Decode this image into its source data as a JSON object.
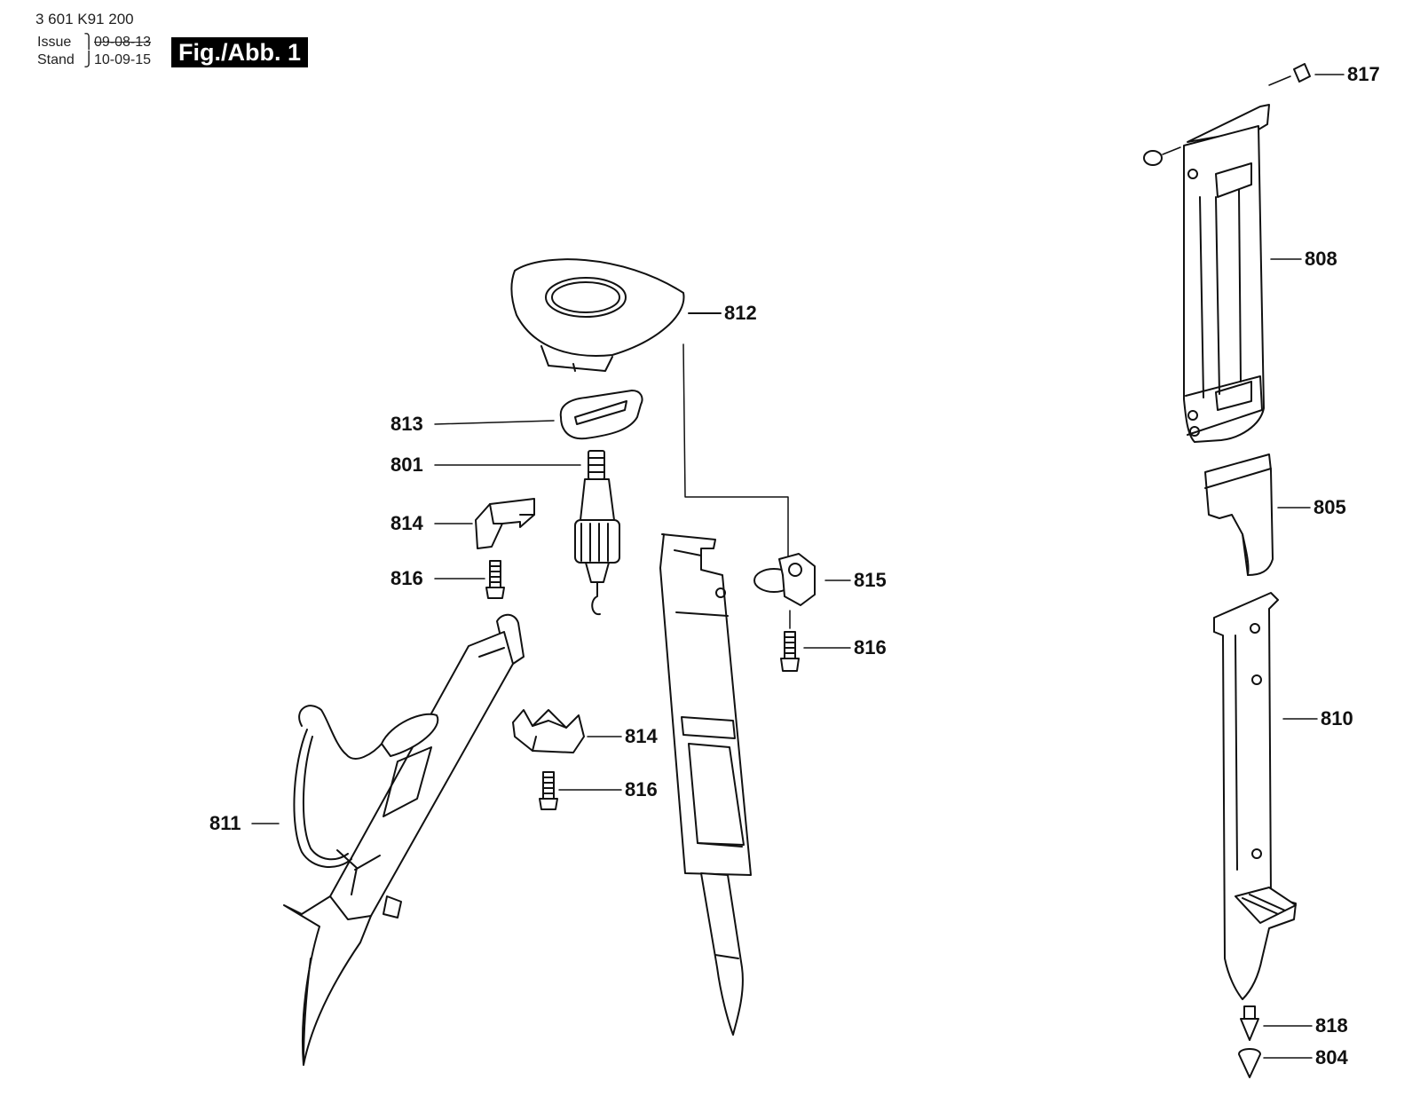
{
  "header": {
    "doc_number": "3 601 K91 200",
    "issue_label": "Issue",
    "issue_date": "09-08-13",
    "stand_label": "Stand",
    "stand_date": "10-09-15",
    "figure_label": "Fig./Abb. 1"
  },
  "callouts": [
    {
      "id": "817",
      "label": "817"
    },
    {
      "id": "808",
      "label": "808"
    },
    {
      "id": "812",
      "label": "812"
    },
    {
      "id": "813",
      "label": "813"
    },
    {
      "id": "801",
      "label": "801"
    },
    {
      "id": "814a",
      "label": "814"
    },
    {
      "id": "816a",
      "label": "816"
    },
    {
      "id": "815",
      "label": "815"
    },
    {
      "id": "816b",
      "label": "816"
    },
    {
      "id": "805",
      "label": "805"
    },
    {
      "id": "810",
      "label": "810"
    },
    {
      "id": "814b",
      "label": "814"
    },
    {
      "id": "816c",
      "label": "816"
    },
    {
      "id": "811",
      "label": "811"
    },
    {
      "id": "818",
      "label": "818"
    },
    {
      "id": "804",
      "label": "804"
    }
  ]
}
